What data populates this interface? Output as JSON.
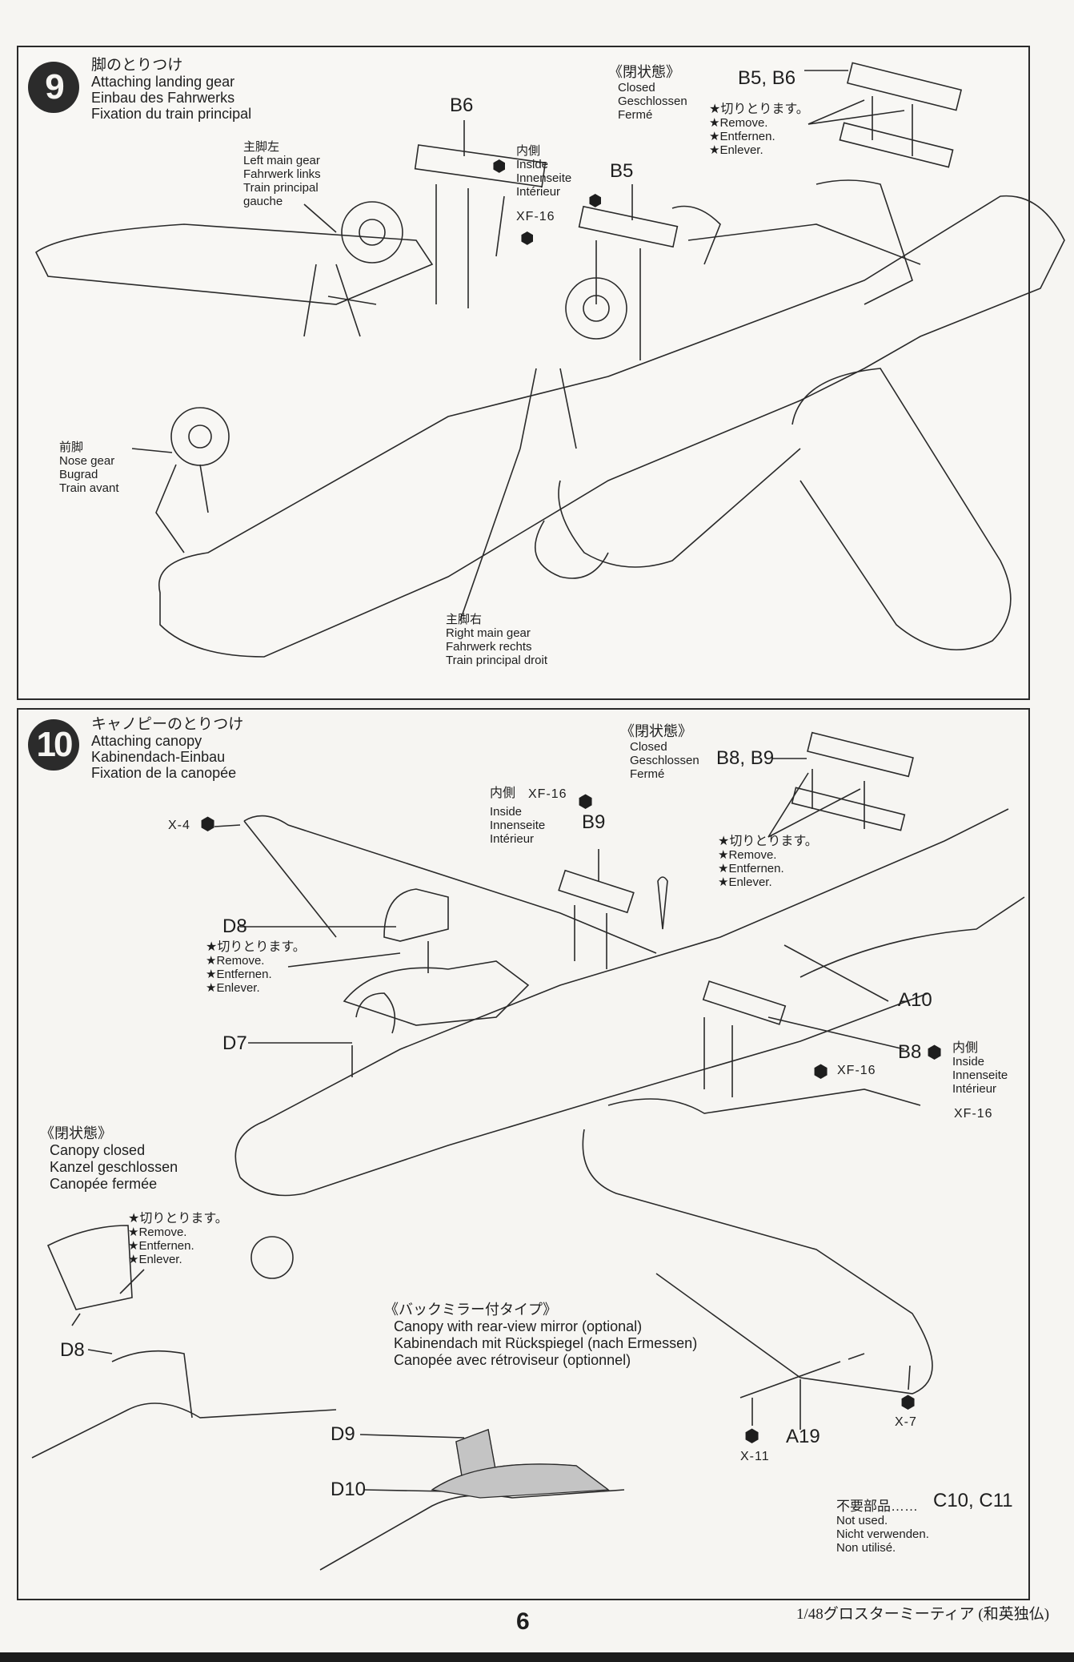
{
  "page": {
    "number": "6",
    "footer": "1/48グロスターミーティア (和英独仏)"
  },
  "step9": {
    "number": "9",
    "title_jp": "脚のとりつけ",
    "title_en": "Attaching landing gear",
    "title_de": "Einbau des Fahrwerks",
    "title_fr": "Fixation du train principal",
    "left_main_gear": {
      "jp": "主脚左",
      "en": "Left main gear",
      "de": "Fahrwerk links",
      "fr1": "Train principal",
      "fr2": "gauche"
    },
    "nose_gear": {
      "jp": "前脚",
      "en": "Nose gear",
      "de": "Bugrad",
      "fr": "Train avant"
    },
    "right_main_gear": {
      "jp": "主脚右",
      "en": "Right main gear",
      "de": "Fahrwerk rechts",
      "fr": "Train principal droit"
    },
    "inside_note": {
      "jp": "内側",
      "en": "Inside",
      "de": "Innenseite",
      "fr": "Intérieur",
      "paint": "XF-16"
    },
    "closed_note": {
      "jp": "《閉状態》",
      "en": "Closed",
      "de": "Geschlossen",
      "fr": "Fermé"
    },
    "remove_note": {
      "jp": "★切りとります。",
      "en": "★Remove.",
      "de": "★Entfernen.",
      "fr": "★Enlever."
    },
    "parts": {
      "b6": "B6",
      "b5": "B5",
      "b5b6": "B5, B6"
    }
  },
  "step10": {
    "number": "10",
    "title_jp": "キャノピーのとりつけ",
    "title_en": "Attaching canopy",
    "title_de": "Kabinendach-Einbau",
    "title_fr": "Fixation de la canopée",
    "paint_x4": "X-4",
    "inside_note_top": {
      "jp": "内側",
      "paint": "XF-16",
      "en": "Inside",
      "de": "Innenseite",
      "fr": "Intérieur"
    },
    "closed_note": {
      "jp": "《閉状態》",
      "en": "Closed",
      "de": "Geschlossen",
      "fr": "Fermé"
    },
    "remove_note_right": {
      "jp": "★切りとります。",
      "en": "★Remove.",
      "de": "★Entfernen.",
      "fr": "★Enlever."
    },
    "remove_note_d8": {
      "jp": "★切りとります。",
      "en": "★Remove.",
      "de": "★Entfernen.",
      "fr": "★Enlever."
    },
    "canopy_closed": {
      "jp": "《閉状態》",
      "en": "Canopy closed",
      "de": "Kanzel geschlossen",
      "fr": "Canopée fermée"
    },
    "remove_note_closed": {
      "jp": "★切りとります。",
      "en": "★Remove.",
      "de": "★Entfernen.",
      "fr": "★Enlever."
    },
    "mirror_option": {
      "jp": "《バックミラー付タイプ》",
      "en": "Canopy with rear-view mirror (optional)",
      "de": "Kabinendach mit Rückspiegel (nach Ermessen)",
      "fr": "Canopée avec rétroviseur (optionnel)"
    },
    "inside_note_b8": {
      "jp": "内側",
      "en": "Inside",
      "de": "Innenseite",
      "fr": "Intérieur",
      "paint": "XF-16"
    },
    "paint_xf16_mid": "XF-16",
    "paint_x7": "X-7",
    "paint_x11": "X-11",
    "parts": {
      "b8b9": "B8, B9",
      "b9": "B9",
      "d8": "D8",
      "d7": "D7",
      "a10": "A10",
      "b8": "B8",
      "a19": "A19",
      "d8_closed": "D8",
      "d9": "D9",
      "d10": "D10"
    },
    "not_used": {
      "jp": "不要部品……",
      "parts": "C10, C11",
      "en": "Not used.",
      "de": "Nicht verwenden.",
      "fr": "Non utilisé."
    }
  }
}
